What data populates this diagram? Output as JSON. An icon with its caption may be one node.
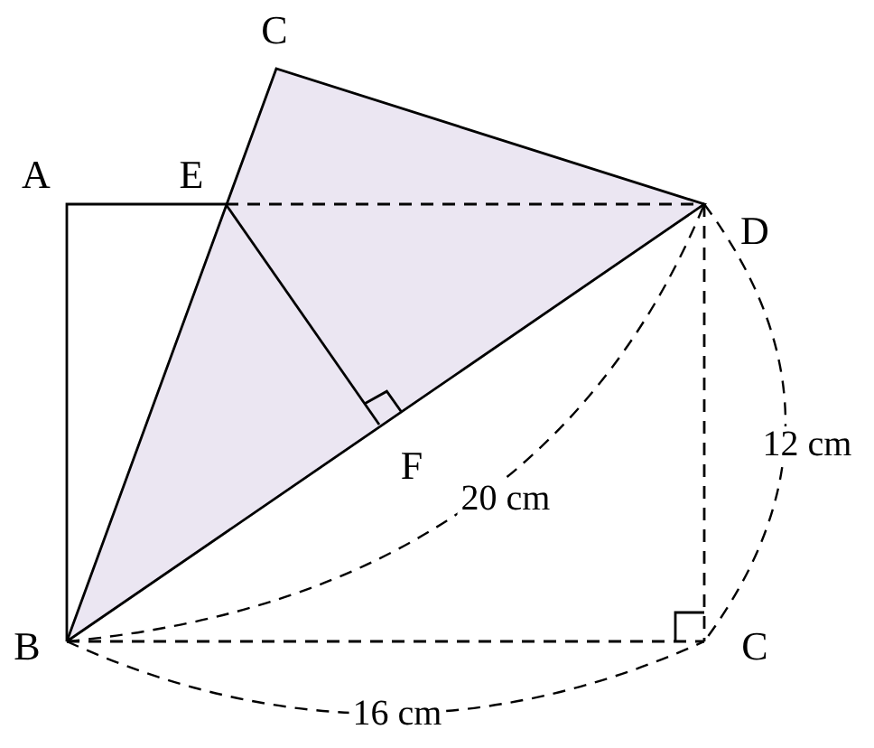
{
  "diagram": {
    "labels": [
      "C",
      "A",
      "E",
      "D",
      "F",
      "20 cm",
      "12 cm",
      "B",
      "C",
      "16 cm"
    ]
  }
}
